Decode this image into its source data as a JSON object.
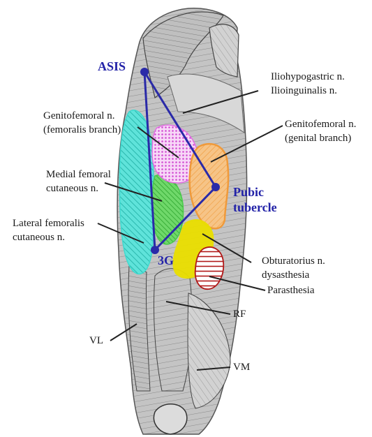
{
  "landmarks": {
    "asis": "ASIS",
    "pubic_tubercle_line1": "Pubic",
    "pubic_tubercle_line2": "tubercle",
    "three_g": "3G"
  },
  "labels": {
    "iliohypogastric": "Iliohypogastric n.",
    "ilioinguinalis": "Ilioinguinalis n.",
    "genitofemoral_fem_1": "Genitofemoral n.",
    "genitofemoral_fem_2": "(femoralis branch)",
    "genitofemoral_gen_1": "Genitofemoral n.",
    "genitofemoral_gen_2": "(genital branch)",
    "medial_femoral_1": "Medial femoral",
    "medial_femoral_2": "cutaneous n.",
    "lateral_femoralis_1": "Lateral femoralis",
    "lateral_femoralis_2": "cutaneous n.",
    "obturatorius_1": "Obturatorius n.",
    "obturatorius_2": "dysasthesia",
    "parasthesia": "Parasthesia",
    "rf": "RF",
    "vl": "VL",
    "vm": "VM"
  },
  "colors": {
    "triangle": "#2a2aa8",
    "lateral_zone": "#3fd9cf",
    "medial_zone": "#49c94a",
    "femoral_branch_zone": "#e36ee3",
    "genital_branch_zone": "#f09a3a",
    "obturator_zone": "#e8e000",
    "parasthesia_zone": "#b01818",
    "muscle": "#b9b9b9",
    "leader": "#222222"
  }
}
